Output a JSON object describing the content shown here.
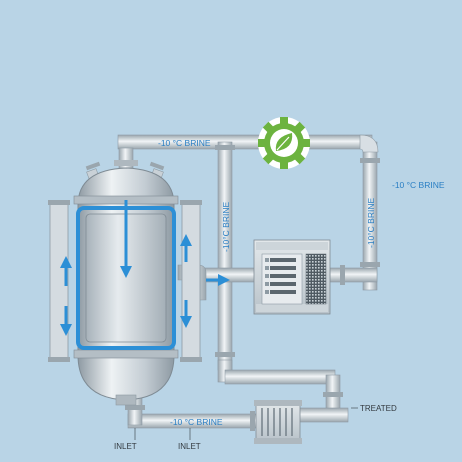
{
  "colors": {
    "background": "#b9d4e6",
    "pipe": "#d2dae0",
    "pipe_edge": "#8d9aa3",
    "vessel": "#c6cfd6",
    "flow_arrow": "#2c8fd6",
    "jacket_inner": "#2c8fd6",
    "gear": "#6cb33f",
    "label_blue": "#2a7fc4",
    "label_dark": "#333a40"
  },
  "labels": {
    "brine_top": "-10 °C BRINE",
    "brine_right": "-10 °C BRINE",
    "brine_vertical_left": "-10°C BRINE",
    "brine_vertical_right": "-10°C BRINE",
    "brine_bottom": "-10 °C BRINE",
    "treated": "TREATED",
    "inlet_left": "INLET",
    "inlet_right": "INLET"
  },
  "icons": {
    "eco_gear": "leaf-in-gear-icon",
    "flow_arrows": "arrow-icon"
  }
}
